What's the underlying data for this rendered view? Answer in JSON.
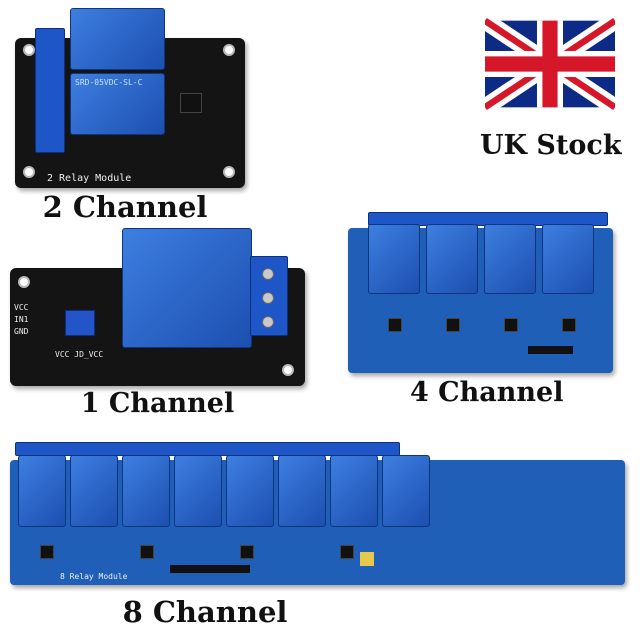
{
  "products": [
    {
      "label": "2 Channel",
      "board_text": [
        "SRD-05VDC-SL-C",
        "2 Relay Module"
      ]
    },
    {
      "label": "1 Channel",
      "board_text": [
        "VCC",
        "IN1",
        "GND",
        "VCC JD_VCC"
      ]
    },
    {
      "label": "4 Channel",
      "board_text": []
    },
    {
      "label": "8 Channel",
      "board_text": [
        "8 Relay Module"
      ]
    }
  ],
  "badge": {
    "text": "UK Stock",
    "flag": "union-jack"
  },
  "colors": {
    "relay_blue": "#2a66d0",
    "pcb_black": "#141414",
    "pcb_blue": "#1f5fb8",
    "flag_blue": "#0c2a86",
    "flag_red": "#d6172a"
  }
}
